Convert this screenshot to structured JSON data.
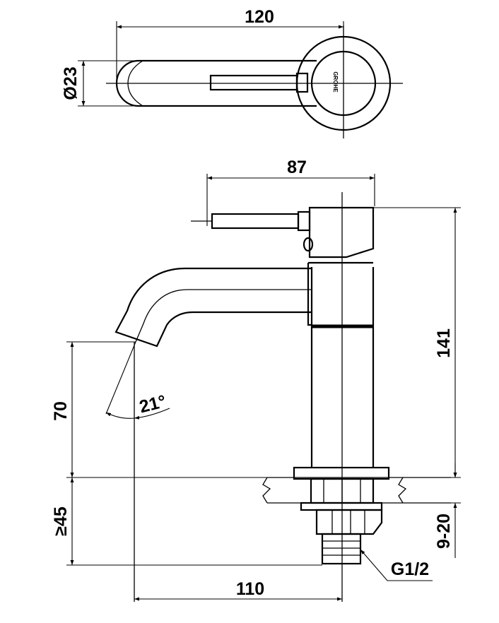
{
  "top_view": {
    "width_label": "120",
    "diameter_label": "Ø23",
    "logo_text": "GROHE"
  },
  "side_view": {
    "lever_label": "87",
    "height_label": "141",
    "spout_height_label": "70",
    "angle_label": "21°",
    "deck_label": "≥45",
    "thickness_label": "9-20",
    "reach_label": "110",
    "thread_label": "G1/2"
  }
}
